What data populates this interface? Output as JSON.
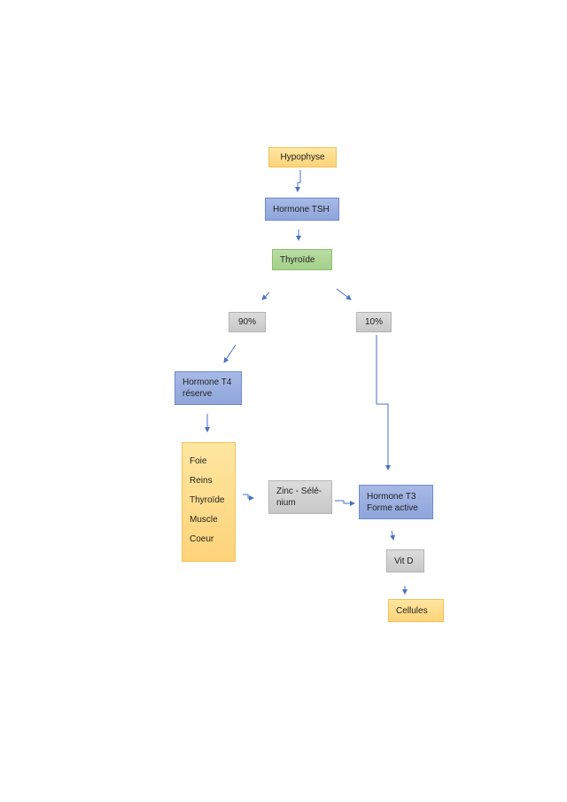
{
  "nodes": {
    "hypophyse": "Hypophyse",
    "tsh": "Hormone TSH",
    "thyroide": "Thyroïde",
    "pct90": "90%",
    "pct10": "10%",
    "t4": [
      "Hormone T4",
      "réserve"
    ],
    "organs": [
      "Foie",
      "Reins",
      "Thyroïde",
      "Muscle",
      "Coeur"
    ],
    "zinc": [
      "Zinc - Sélé-",
      "nium"
    ],
    "t3": [
      "Hormone T3",
      "Forme active"
    ],
    "vitd": "Vit D",
    "cellules": "Cellules"
  },
  "colors": {
    "yellow_fill": "#fed37a",
    "blue_fill": "#8fa6db",
    "green_fill": "#a4d08a",
    "gray_fill": "#c8c8c8",
    "arrow": "#4a72c2"
  }
}
